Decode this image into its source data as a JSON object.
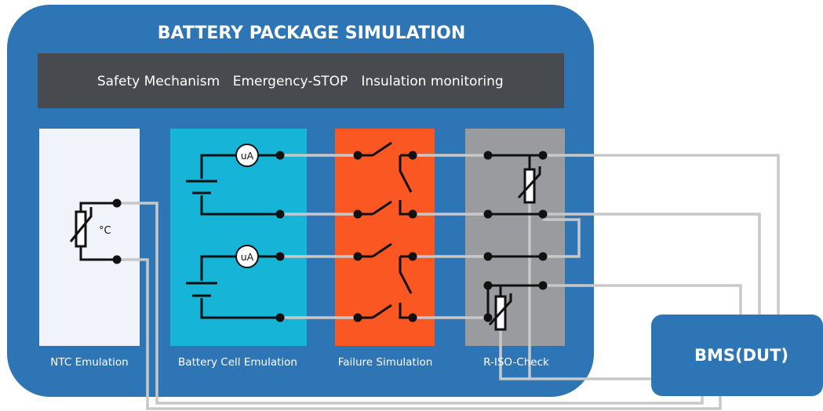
{
  "title": "BATTERY PACKAGE SIMULATION",
  "banner": {
    "items": [
      "Safety Mechanism",
      "Emergency-STOP",
      "Insulation monitoring"
    ]
  },
  "panels": {
    "ntc": {
      "label": "NTC Emulation",
      "unit": "°C"
    },
    "cell": {
      "label": "Battery Cell Emulation",
      "meter": "uA"
    },
    "failure": {
      "label": "Failure Simulation"
    },
    "riso": {
      "label": "R-ISO-Check"
    }
  },
  "bms": {
    "label": "BMS(DUT)"
  },
  "colors": {
    "package_bg": "#2e75b6",
    "banner_bg": "#474b4f",
    "ntc_bg": "#f0f3f9",
    "cell_bg": "#16b5d8",
    "failure_bg": "#fb5722",
    "riso_bg": "#9a9b9e",
    "wire_external": "#c8c8c8",
    "wire_internal": "#111111"
  }
}
